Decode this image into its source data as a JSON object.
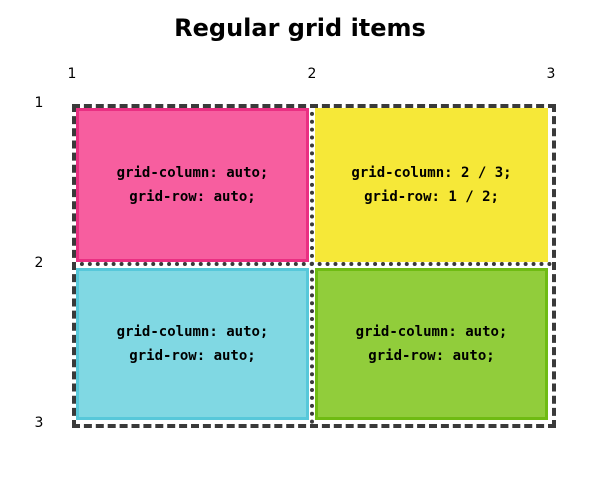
{
  "title": "Regular grid items",
  "column_lines": [
    "1",
    "2",
    "3"
  ],
  "row_lines": [
    "1",
    "2",
    "3"
  ],
  "items": [
    {
      "column": "grid-column: auto;",
      "row": "grid-row: auto;",
      "color": "#f75e9f",
      "border_color": "#ea2f82"
    },
    {
      "column": "grid-column: 2 / 3;",
      "row": "grid-row: 1 / 2;",
      "color": "#f6e838",
      "border_color": "#f6e838"
    },
    {
      "column": "grid-column: auto;",
      "row": "grid-row: auto;",
      "color": "#80d8e3",
      "border_color": "#57c8da"
    },
    {
      "column": "grid-column: auto;",
      "row": "grid-row: auto;",
      "color": "#91cd3b",
      "border_color": "#6fbb12"
    }
  ],
  "grid_border_color": "#3a3a3a"
}
